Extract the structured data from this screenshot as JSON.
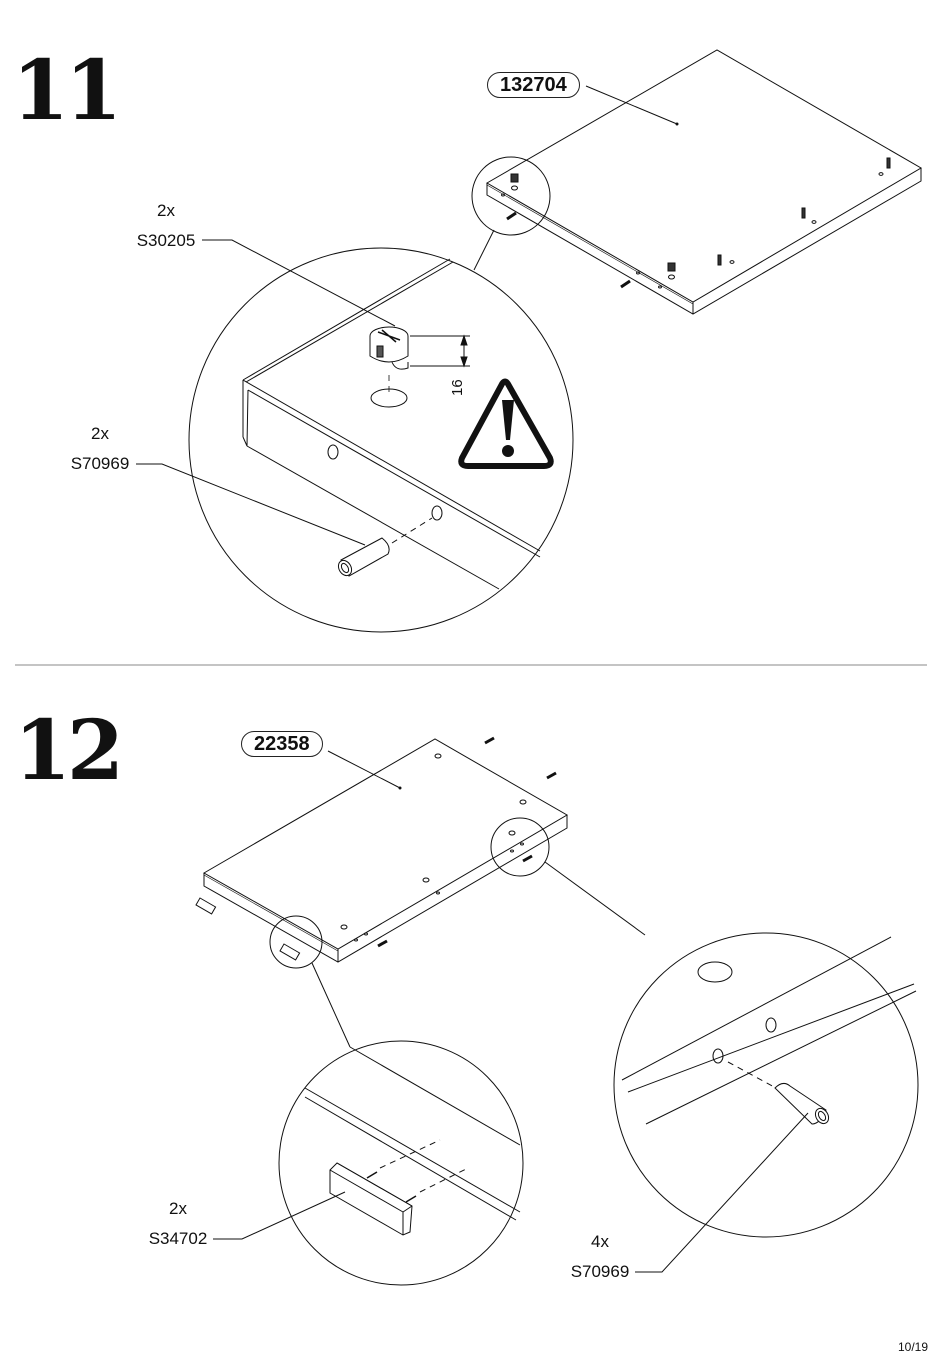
{
  "page": {
    "page_number": "10/19"
  },
  "steps": [
    {
      "number": "11",
      "panel_part": "132704",
      "hardware": [
        {
          "qty": "2x",
          "code": "S30205"
        },
        {
          "qty": "2x",
          "code": "S70969"
        }
      ],
      "dimension": "16"
    },
    {
      "number": "12",
      "panel_part": "22358",
      "hardware": [
        {
          "qty": "2x",
          "code": "S34702"
        },
        {
          "qty": "4x",
          "code": "S70969"
        }
      ]
    }
  ]
}
